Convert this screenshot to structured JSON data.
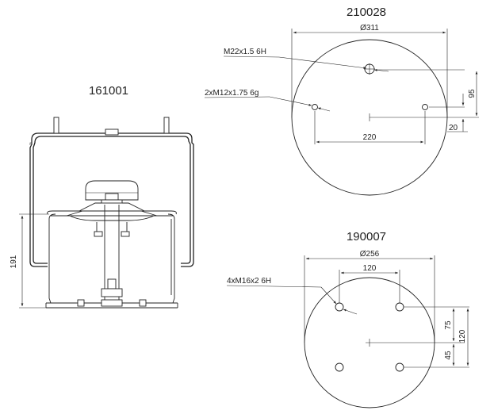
{
  "parts": {
    "bellows": {
      "code": "161001",
      "height_label": "191"
    },
    "top_plate": {
      "code": "210028",
      "diameter_label": "Ø311",
      "center_thread_label": "M22x1.5 6H",
      "side_thread_label": "2xM12x1.75 6g",
      "hole_spacing_label": "220",
      "vertical_offset_label": "95",
      "small_offset_label": "20"
    },
    "bottom_plate": {
      "code": "190007",
      "diameter_label": "Ø256",
      "bolt_label": "4xM16x2 6H",
      "horizontal_spacing_label": "120",
      "offset_upper_label": "75",
      "offset_lower_label": "45",
      "vertical_spacing_label": "120"
    }
  }
}
